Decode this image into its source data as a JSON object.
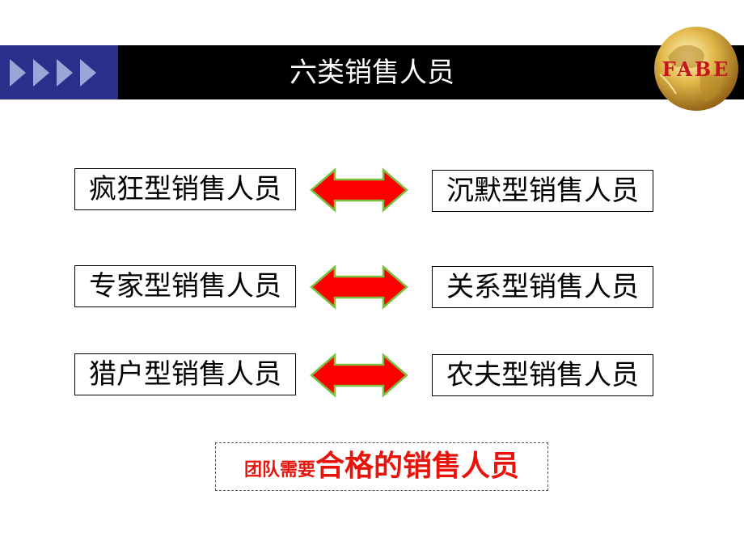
{
  "header": {
    "title": "六类销售人员",
    "logo_text": "FABE",
    "colors": {
      "bar": "#000000",
      "chevron_block": "#2b2f8c",
      "chevrons": "#9aa6d8"
    }
  },
  "pairs": [
    {
      "left": "疯狂型销售人员",
      "right": "沉默型销售人员"
    },
    {
      "left": "专家型销售人员",
      "right": "关系型销售人员"
    },
    {
      "left": "猎户型销售人员",
      "right": "农夫型销售人员"
    }
  ],
  "arrow": {
    "fill": "#ff0000",
    "stroke": "#7ac143",
    "icon": "double-arrow-icon"
  },
  "conclusion": {
    "prefix": "团队需要",
    "emphasis": "合格的销售人员",
    "color": "#e8140c"
  }
}
